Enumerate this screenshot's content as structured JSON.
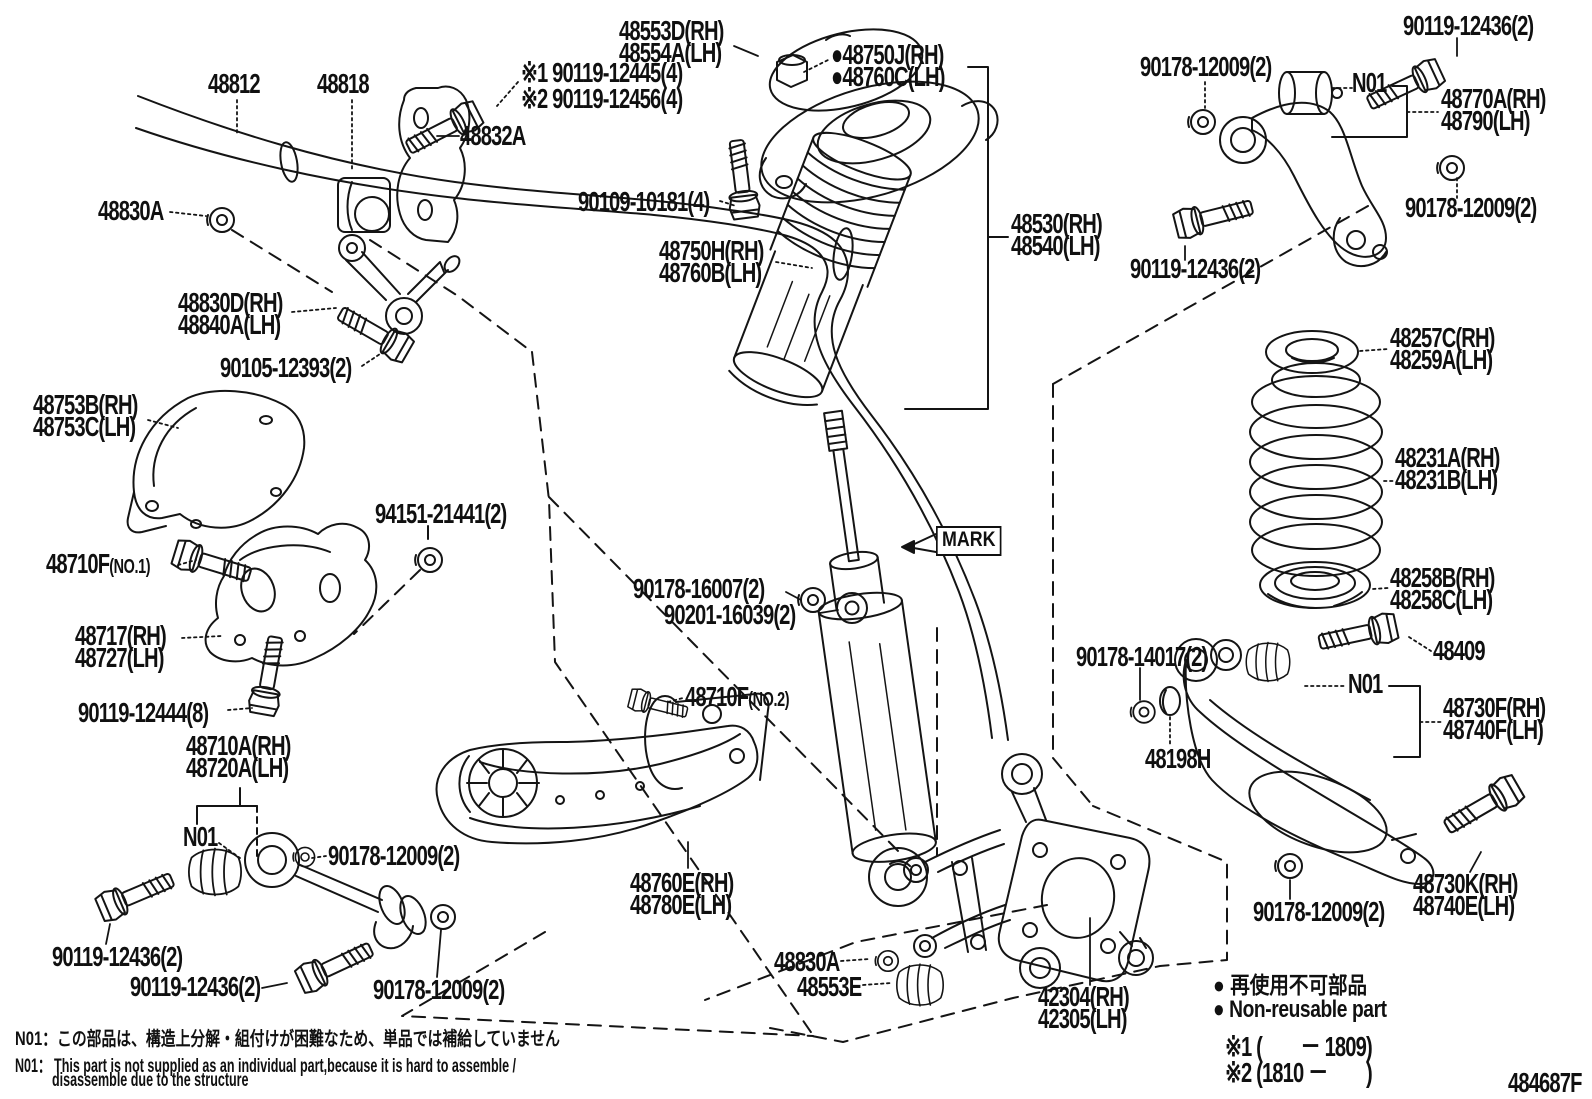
{
  "diagram": {
    "mark": "MARK",
    "doc_code": "484687F",
    "legend": {
      "jp": "● 再使用不可部品",
      "en": "● Non-reusable part",
      "period1": "※1 (　　－ 1809)",
      "period2": "※2 (1810 －　　)"
    },
    "footer": {
      "jp": "N01：この部品は、構造上分解・組付けが困難なため、単品では補給していません",
      "en1": "N01： This part is not supplied as an individual part,because it is hard to assemble /",
      "en2": "disassemble due to the structure"
    },
    "labels": {
      "l48812": {
        "text": "48812"
      },
      "l48818": {
        "text": "48818"
      },
      "lstar1": {
        "text": "※1 90119-12445(4)"
      },
      "lstar2": {
        "text": "※2 90119-12456(4)"
      },
      "l48832A": {
        "text": "48832A"
      },
      "l48553D": {
        "text": "48553D(RH)\n48554A(LH)"
      },
      "l48750J": {
        "text": "●48750J(RH)\n●48760C(LH)"
      },
      "l90109": {
        "text": "90109-10181(4)"
      },
      "l48750H": {
        "text": "48750H(RH)\n48760B(LH)"
      },
      "l48530": {
        "text": "48530(RH)\n48540(LH)"
      },
      "l90119tr": {
        "text": "90119-12436(2)"
      },
      "l90178ul": {
        "text": "90178-12009(2)"
      },
      "lN01ur": {
        "text": "N01"
      },
      "l48770A": {
        "text": "48770A(RH)\n48790(LH)"
      },
      "l90178ur": {
        "text": "90178-12009(2)"
      },
      "l90119ur": {
        "text": "90119-12436(2)"
      },
      "l48830Atop": {
        "text": "48830A"
      },
      "l48830D": {
        "text": "48830D(RH)\n48840A(LH)"
      },
      "l90105": {
        "text": "90105-12393(2)"
      },
      "l48753B": {
        "text": "48753B(RH)\n48753C(LH)"
      },
      "l94151": {
        "text": "94151-21441(2)"
      },
      "l48710F1": {
        "text": "48710F",
        "suffix": "(NO.1)"
      },
      "l48717": {
        "text": "48717(RH)\n48727(LH)"
      },
      "l90119_8": {
        "text": "90119-12444(8)"
      },
      "l48710A": {
        "text": "48710A(RH)\n48720A(LH)"
      },
      "lN01ll": {
        "text": "N01"
      },
      "l90178ml": {
        "text": "90178-12009(2)"
      },
      "l90119ll1": {
        "text": "90119-12436(2)"
      },
      "l90119ll2": {
        "text": "90119-12436(2)"
      },
      "l90178ll2": {
        "text": "90178-12009(2)"
      },
      "l90178_16007": {
        "text": "90178-16007(2)"
      },
      "l90201": {
        "text": "90201-16039(2)"
      },
      "l48710F2": {
        "text": "48710F",
        "suffix": "(NO.2)"
      },
      "l48760E": {
        "text": "48760E(RH)\n48780E(LH)"
      },
      "l48830Abot": {
        "text": "48830A"
      },
      "l48553E": {
        "text": "48553E"
      },
      "l42304": {
        "text": "42304(RH)\n42305(LH)"
      },
      "l48257C": {
        "text": "48257C(RH)\n48259A(LH)"
      },
      "l48231A": {
        "text": "48231A(RH)\n48231B(LH)"
      },
      "l48258B": {
        "text": "48258B(RH)\n48258C(LH)"
      },
      "l90178_14017": {
        "text": "90178-14017(2)"
      },
      "l48409": {
        "text": "48409"
      },
      "lN01lr": {
        "text": "N01"
      },
      "l48730F": {
        "text": "48730F(RH)\n48740F(LH)"
      },
      "l48198H": {
        "text": "48198H"
      },
      "l48730K": {
        "text": "48730K(RH)\n48740E(LH)"
      },
      "l90178br": {
        "text": "90178-12009(2)"
      }
    }
  }
}
